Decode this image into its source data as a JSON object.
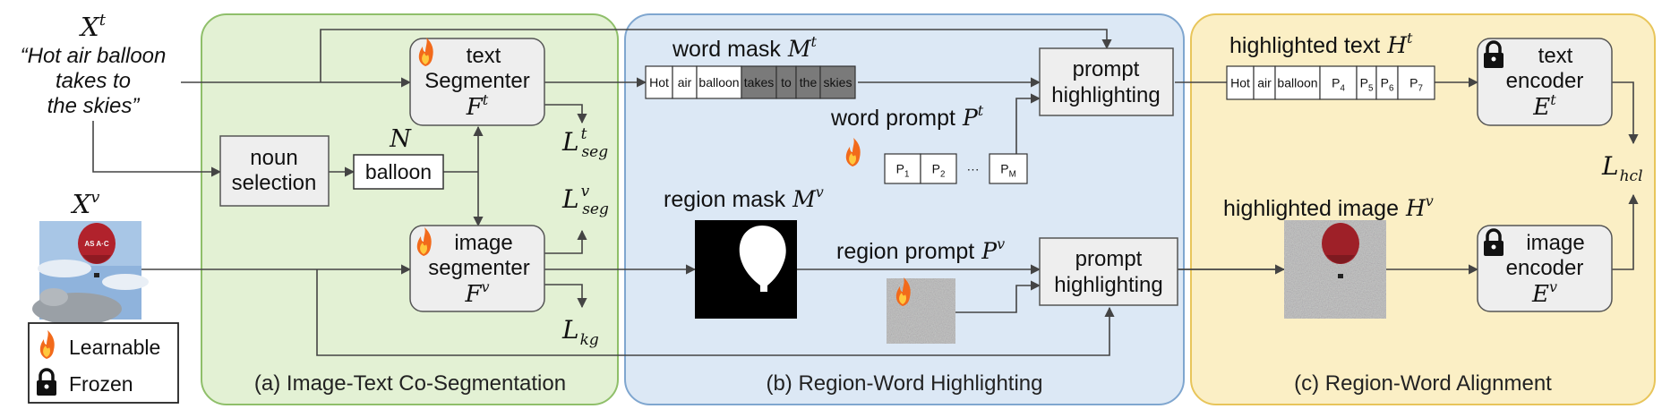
{
  "input_text": {
    "symbol": "X",
    "sup": "t",
    "lines": [
      "“Hot air balloon",
      "takes to",
      "the skies”"
    ]
  },
  "input_image": {
    "symbol": "X",
    "sup": "v"
  },
  "legend": {
    "learnable": "Learnable",
    "frozen": "Frozen"
  },
  "panels": {
    "a": {
      "caption": "(a) Image-Text Co-Segmentation",
      "color": "#e3f1d4",
      "border": "#8fbf6a"
    },
    "b": {
      "caption": "(b) Region-Word Highlighting",
      "color": "#dce8f5",
      "border": "#7fa6cf"
    },
    "c": {
      "caption": "(c) Region-Word Alignment",
      "color": "#fbefc5",
      "border": "#e8c55a"
    }
  },
  "noun_selection": {
    "line1": "noun",
    "line2": "selection"
  },
  "noun": {
    "symbol": "N",
    "value": "balloon"
  },
  "text_segmenter": {
    "line1": "text",
    "line2": "Segmenter",
    "symbol": "F",
    "sup": "t"
  },
  "image_segmenter": {
    "line1": "image",
    "line2": "segmenter",
    "symbol": "F",
    "sup": "v"
  },
  "losses": {
    "seg_t": {
      "symbol": "L",
      "sup": "t",
      "sub": "seg"
    },
    "seg_v": {
      "symbol": "L",
      "sup": "v",
      "sub": "seg"
    },
    "kg": {
      "symbol": "L",
      "sub": "kg"
    },
    "hcl": {
      "symbol": "L",
      "sub": "hcl"
    }
  },
  "word_mask": {
    "label": "word mask",
    "symbol": "M",
    "sup": "t",
    "tokens": [
      "Hot",
      "air",
      "balloon",
      "takes",
      "to",
      "the",
      "skies"
    ],
    "masked": [
      false,
      false,
      false,
      true,
      true,
      true,
      true
    ]
  },
  "word_prompt": {
    "label": "word prompt",
    "symbol": "P",
    "sup": "t",
    "cells": [
      {
        "base": "P",
        "sub": "1"
      },
      {
        "base": "P",
        "sub": "2"
      },
      {
        "base": "···",
        "sub": ""
      },
      {
        "base": "P",
        "sub": "M"
      }
    ]
  },
  "region_mask": {
    "label": "region mask",
    "symbol": "M",
    "sup": "v"
  },
  "region_prompt": {
    "label": "region prompt",
    "symbol": "P",
    "sup": "v"
  },
  "prompt_highlighting_text": {
    "line1": "prompt",
    "line2": "highlighting"
  },
  "prompt_highlighting_image": {
    "line1": "prompt",
    "line2": "highlighting"
  },
  "highlighted_text": {
    "label": "highlighted text",
    "symbol": "H",
    "sup": "t",
    "cells": [
      {
        "base": "Hot",
        "sub": ""
      },
      {
        "base": "air",
        "sub": ""
      },
      {
        "base": "balloon",
        "sub": ""
      },
      {
        "base": "P",
        "sub": "4"
      },
      {
        "base": "P",
        "sub": "5"
      },
      {
        "base": "P",
        "sub": "6"
      },
      {
        "base": "P",
        "sub": "7"
      }
    ]
  },
  "highlighted_image": {
    "label": "highlighted image",
    "symbol": "H",
    "sup": "v"
  },
  "text_encoder": {
    "line1": "text",
    "line2": "encoder",
    "symbol": "E",
    "sup": "t"
  },
  "image_encoder": {
    "line1": "image",
    "line2": "encoder",
    "symbol": "E",
    "sup": "v"
  },
  "image_sample": {
    "balloon_text": "AS A·C"
  }
}
